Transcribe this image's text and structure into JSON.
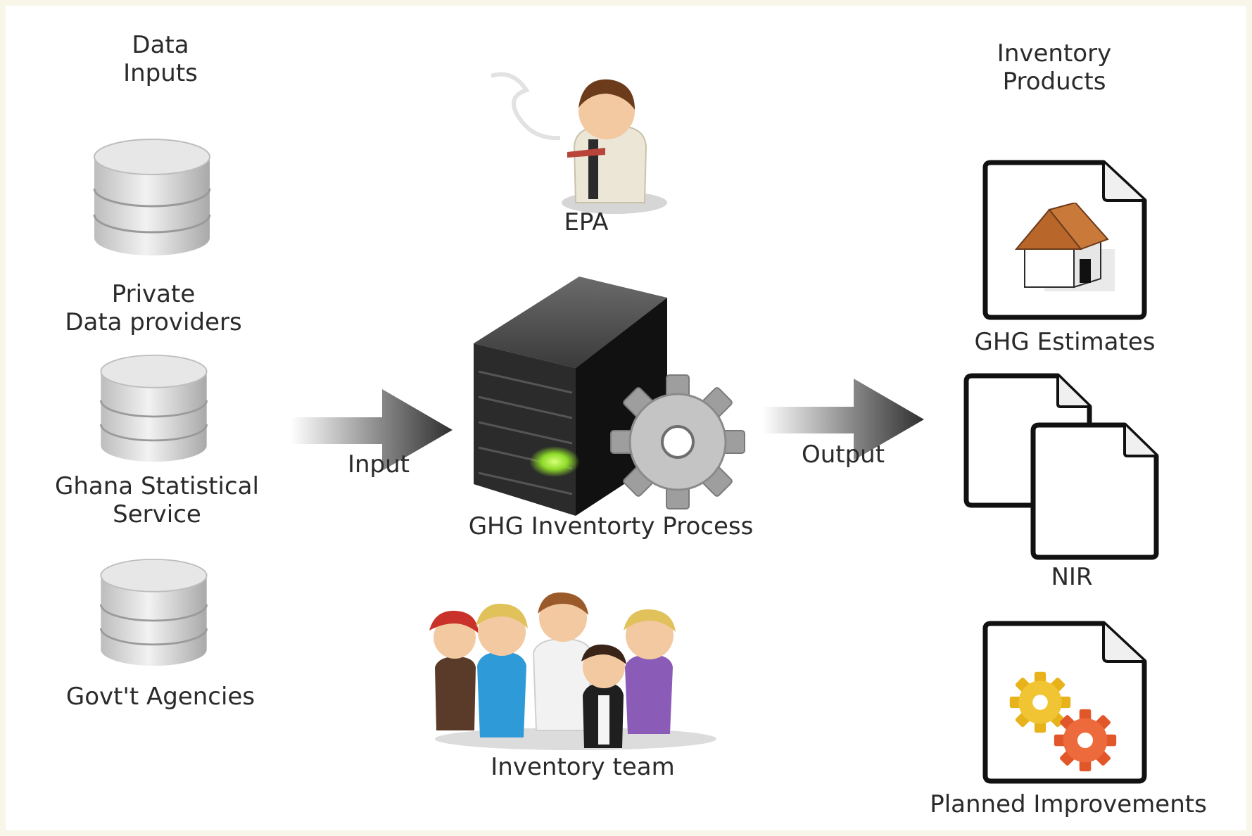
{
  "headings": {
    "data_inputs": [
      "Data",
      "Inputs"
    ],
    "inventory_products": [
      "Inventory",
      "Products"
    ]
  },
  "inputs": {
    "private": [
      "Private",
      "Data providers"
    ],
    "gss": [
      "Ghana Statistical",
      "Service"
    ],
    "govt": "Govt't Agencies"
  },
  "center": {
    "epa": "EPA",
    "process": "GHG Inventorty Process",
    "team": "Inventory team"
  },
  "flows": {
    "input": "Input",
    "output": "Output"
  },
  "products": {
    "estimates": "GHG Estimates",
    "nir": "NIR",
    "improvements": "Planned Improvements"
  },
  "colors": {
    "background": "#f7f6e9",
    "text": "#2a2a2a",
    "server": "#2b2b2b",
    "led": "#8fdc2a",
    "roof": "#b8662a",
    "gear_yellow": "#e8b21a",
    "gear_orange": "#e2572a"
  },
  "icons": [
    "database-icon",
    "person-icon",
    "server-icon",
    "gear-icon",
    "arrow-right-icon",
    "document-icon",
    "house-icon",
    "group-icon"
  ]
}
